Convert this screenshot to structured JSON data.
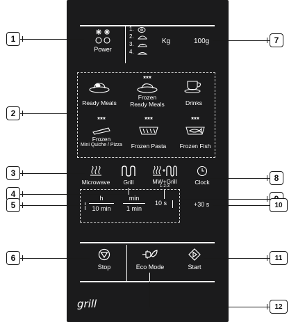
{
  "callouts": [
    "1",
    "2",
    "3",
    "4",
    "5",
    "6",
    "7",
    "8",
    "9",
    "10",
    "11",
    "12"
  ],
  "power": {
    "label": "Power"
  },
  "weight_list": [
    "1.",
    "2.",
    "3.",
    "4."
  ],
  "kg_label": "Kg",
  "grams_label": "100g",
  "auto_cook": [
    {
      "line1": "Ready Meals",
      "line2": ""
    },
    {
      "line1": "Frozen",
      "line2": "Ready Meals"
    },
    {
      "line1": "Drinks",
      "line2": ""
    },
    {
      "line1": "Frozen",
      "line2": "Mini Quiche / Pizza"
    },
    {
      "line1": "Frozen Pasta",
      "line2": ""
    },
    {
      "line1": "Frozen Fish",
      "line2": ""
    }
  ],
  "stars": "***",
  "modes": {
    "microwave": "Microwave",
    "grill": "Grill",
    "combo": "MW+Grill",
    "combo_sub": "1-2-3",
    "clock": "Clock"
  },
  "timer": {
    "h": "h",
    "ten_min": "10 min",
    "min": "min",
    "one_min": "1 min",
    "ten_s": "10 s",
    "plus30": "+30 s"
  },
  "bottom": {
    "stop": "Stop",
    "eco": "Eco Mode",
    "start": "Start"
  },
  "brand": "grill",
  "colors": {
    "panel": "#1b1b1c",
    "ink": "#ffffff",
    "dash": "#d8d8d8"
  }
}
